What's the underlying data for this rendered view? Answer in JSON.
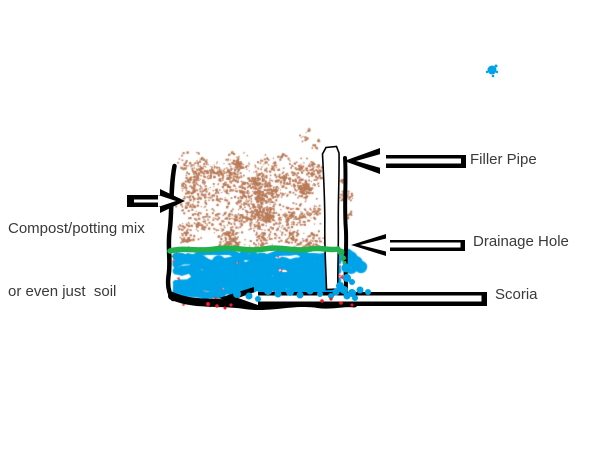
{
  "diagram": {
    "labels": {
      "compost_line1": "Compost/potting mix",
      "compost_line2": "or even just  soil",
      "filler_pipe": "Filler Pipe",
      "drainage_hole": "Drainage Hole",
      "scoria": "Scoria"
    },
    "colors": {
      "background": "#FFFFFF",
      "outline_black": "#000000",
      "soil_brown": "#B97A57",
      "grass_green": "#22B14C",
      "water_blue": "#00A2E8",
      "scoria_red": "#ED1C24",
      "label_text": "#3A3A3A"
    }
  }
}
